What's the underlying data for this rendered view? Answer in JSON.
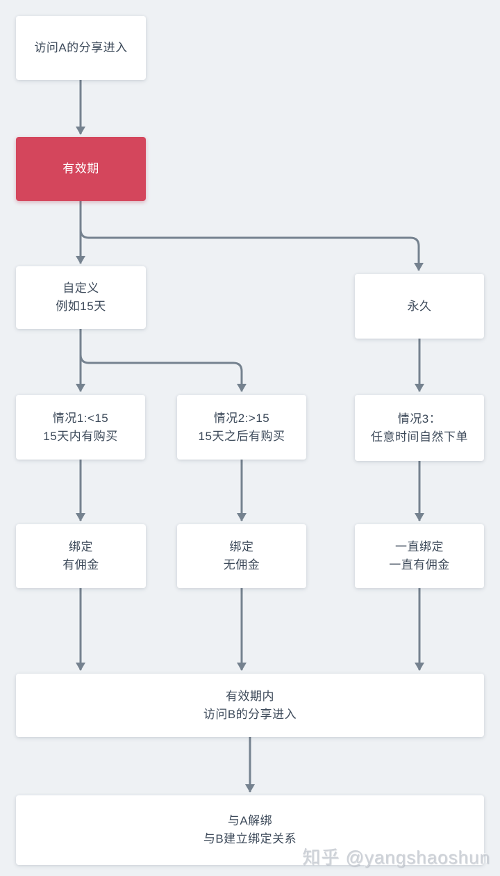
{
  "colors": {
    "background": "#eef1f4",
    "node_bg": "#ffffff",
    "node_text": "#3d4a5a",
    "accent_bg": "#d4465c",
    "accent_text": "#ffffff",
    "arrow": "#75828f",
    "watermark_color": "#cdd1d7"
  },
  "nodes": {
    "visit_a": {
      "line1": "访问A的分享进入"
    },
    "validity": {
      "line1": "有效期"
    },
    "custom": {
      "line1": "自定义",
      "line2": "例如15天"
    },
    "forever": {
      "line1": "永久"
    },
    "case1": {
      "line1": "情况1:<15",
      "line2": "15天内有购买"
    },
    "case2": {
      "line1": "情况2:>15",
      "line2": "15天之后有购买"
    },
    "case3": {
      "line1": "情况3：",
      "line2": "任意时间自然下单"
    },
    "bind_commission": {
      "line1": "绑定",
      "line2": "有佣金"
    },
    "bind_no_commission": {
      "line1": "绑定",
      "line2": "无佣金"
    },
    "bind_always": {
      "line1": "一直绑定",
      "line2": "一直有佣金"
    },
    "visit_b": {
      "line1": "有效期内",
      "line2": "访问B的分享进入"
    },
    "rebind": {
      "line1": "与A解绑",
      "line2": "与B建立绑定关系"
    }
  },
  "edges": [
    {
      "from": "visit_a",
      "to": "validity"
    },
    {
      "from": "validity",
      "to": "custom"
    },
    {
      "from": "validity",
      "to": "forever"
    },
    {
      "from": "custom",
      "to": "case1"
    },
    {
      "from": "custom",
      "to": "case2"
    },
    {
      "from": "forever",
      "to": "case3"
    },
    {
      "from": "case1",
      "to": "bind_commission"
    },
    {
      "from": "case2",
      "to": "bind_no_commission"
    },
    {
      "from": "case3",
      "to": "bind_always"
    },
    {
      "from": "bind_commission",
      "to": "visit_b"
    },
    {
      "from": "bind_no_commission",
      "to": "visit_b"
    },
    {
      "from": "bind_always",
      "to": "visit_b"
    },
    {
      "from": "visit_b",
      "to": "rebind"
    }
  ],
  "watermark": "知乎 @yangshaoshun"
}
